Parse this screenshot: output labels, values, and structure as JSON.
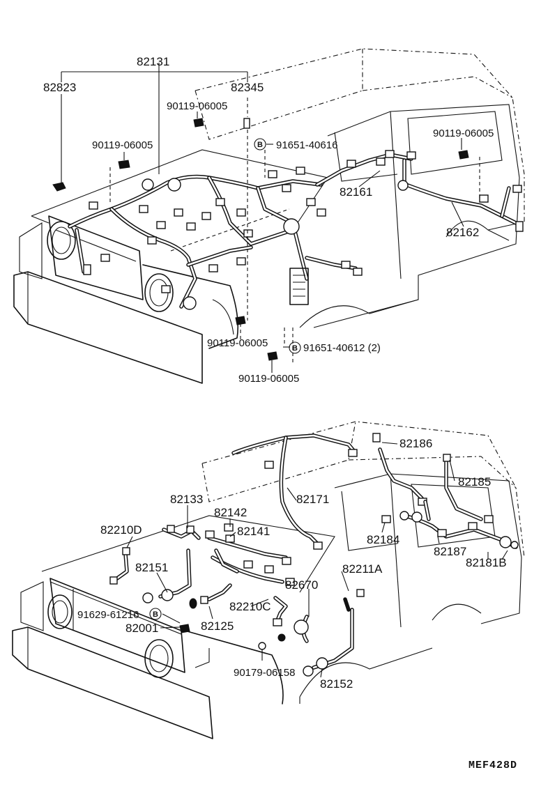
{
  "diagram_code": "MEF428D",
  "bolt_marker": "B",
  "upper_labels": {
    "p82131": "82131",
    "p82823": "82823",
    "p82345": "82345",
    "p90119_a": "90119-06005",
    "p90119_b": "90119-06005",
    "p91651_40616": "91651-40616",
    "p90119_c": "90119-06005",
    "p82161": "82161",
    "p82162": "82162",
    "p90119_d": "90119-06005",
    "p91651_40612": "91651-40612 (2)",
    "p90119_e": "90119-06005"
  },
  "lower_labels": {
    "p82186": "82186",
    "p82185": "82185",
    "p82171": "82171",
    "p82133": "82133",
    "p82142": "82142",
    "p82141": "82141",
    "p82210D": "82210D",
    "p82151": "82151",
    "p82184": "82184",
    "p82187": "82187",
    "p82181B": "82181B",
    "p82211A": "82211A",
    "p82670": "82670",
    "p82210C": "82210C",
    "p91629_61216": "91629-61216",
    "p82001": "82001",
    "p82125": "82125",
    "p90179_06158": "90179-06158",
    "p82152": "82152"
  }
}
